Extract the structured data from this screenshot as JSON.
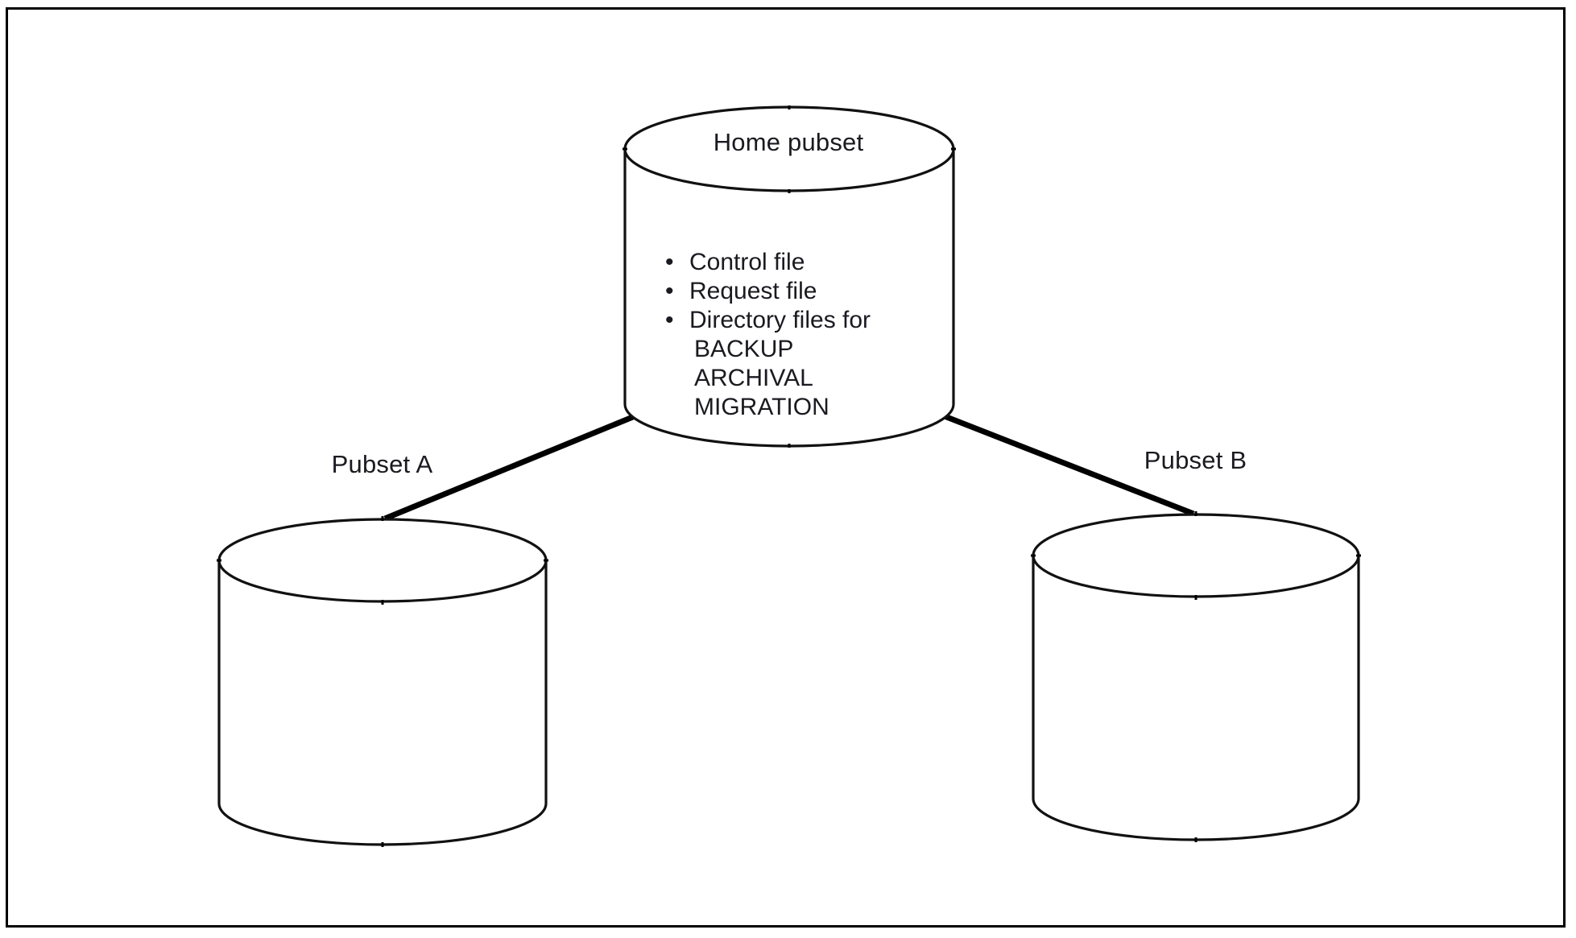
{
  "diagram": {
    "type": "node-link-diagram",
    "title_visible": false,
    "frame": {
      "border_color": "#000000"
    },
    "background_color": "#ffffff",
    "text_color": "#1a1a20",
    "nodes": [
      {
        "id": "home-pubset",
        "shape": "cylinder",
        "label": "Home pubset",
        "contents": {
          "bullets": [
            "Control file",
            "Request file",
            "Directory files for"
          ],
          "sub_items": [
            "BACKUP",
            "ARCHIVAL",
            "MIGRATION"
          ]
        }
      },
      {
        "id": "pubset-a",
        "shape": "cylinder",
        "label": "Pubset A",
        "contents": {
          "bullets": [],
          "sub_items": []
        }
      },
      {
        "id": "pubset-b",
        "shape": "cylinder",
        "label": "Pubset B",
        "contents": {
          "bullets": [],
          "sub_items": []
        }
      }
    ],
    "edges": [
      {
        "id": "edge-home-a",
        "from": "home-pubset",
        "to": "pubset-a",
        "style": "solid-thick"
      },
      {
        "id": "edge-home-b",
        "from": "home-pubset",
        "to": "pubset-b",
        "style": "solid-thick"
      }
    ]
  }
}
